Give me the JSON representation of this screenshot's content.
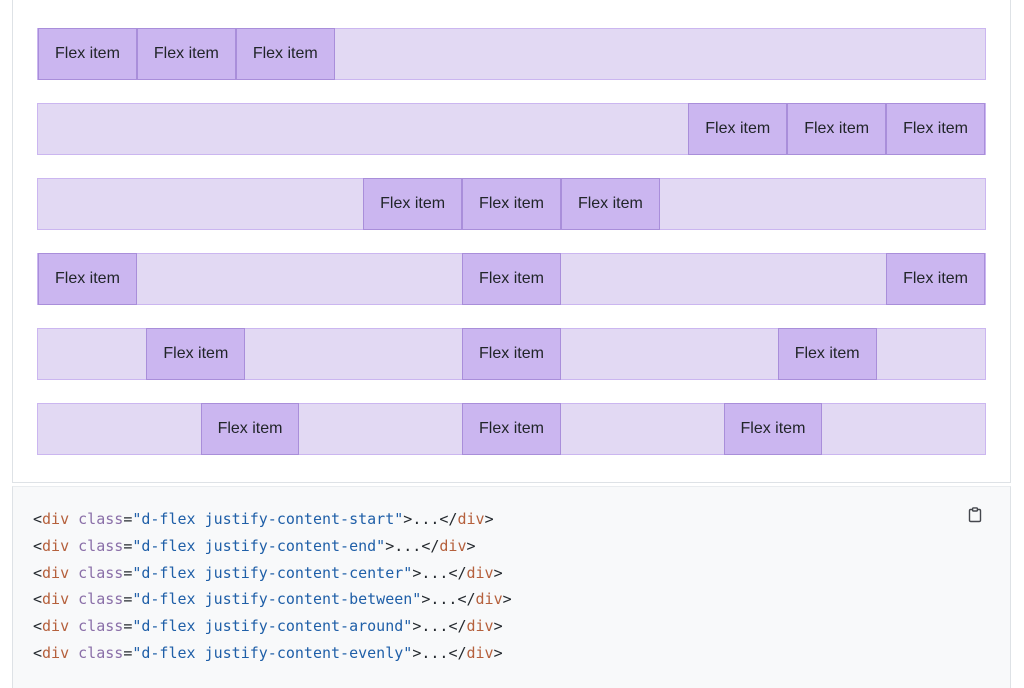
{
  "example": {
    "item_label": "Flex item",
    "colors": {
      "container_bg": "#e2d9f3",
      "container_border": "#cbb6f0",
      "item_bg": "#cbb6f0",
      "item_border": "#a98eda",
      "text": "#212529",
      "panel_border": "#dee2e6",
      "code_bg": "#f8f9fa"
    },
    "rows": [
      {
        "name": "justify-content-start",
        "justify": "start",
        "items": [
          "Flex item",
          "Flex item",
          "Flex item"
        ]
      },
      {
        "name": "justify-content-end",
        "justify": "end",
        "items": [
          "Flex item",
          "Flex item",
          "Flex item"
        ]
      },
      {
        "name": "justify-content-center",
        "justify": "center",
        "items": [
          "Flex item",
          "Flex item",
          "Flex item"
        ]
      },
      {
        "name": "justify-content-between",
        "justify": "between",
        "items": [
          "Flex item",
          "Flex item",
          "Flex item"
        ]
      },
      {
        "name": "justify-content-around",
        "justify": "around",
        "items": [
          "Flex item",
          "Flex item",
          "Flex item"
        ]
      },
      {
        "name": "justify-content-evenly",
        "justify": "evenly",
        "items": [
          "Flex item",
          "Flex item",
          "Flex item"
        ]
      }
    ]
  },
  "code": {
    "copy_button_title": "Copy to clipboard",
    "copy_icon": "clipboard-icon",
    "lines": [
      {
        "open": "<",
        "tag": "div",
        "space": " ",
        "attr": "class",
        "eq": "=",
        "value": "\"d-flex justify-content-start\"",
        "gt": ">",
        "dots": "...",
        "close_open": "</",
        "close_tag": "div",
        "close_gt": ">"
      },
      {
        "open": "<",
        "tag": "div",
        "space": " ",
        "attr": "class",
        "eq": "=",
        "value": "\"d-flex justify-content-end\"",
        "gt": ">",
        "dots": "...",
        "close_open": "</",
        "close_tag": "div",
        "close_gt": ">"
      },
      {
        "open": "<",
        "tag": "div",
        "space": " ",
        "attr": "class",
        "eq": "=",
        "value": "\"d-flex justify-content-center\"",
        "gt": ">",
        "dots": "...",
        "close_open": "</",
        "close_tag": "div",
        "close_gt": ">"
      },
      {
        "open": "<",
        "tag": "div",
        "space": " ",
        "attr": "class",
        "eq": "=",
        "value": "\"d-flex justify-content-between\"",
        "gt": ">",
        "dots": "...",
        "close_open": "</",
        "close_tag": "div",
        "close_gt": ">"
      },
      {
        "open": "<",
        "tag": "div",
        "space": " ",
        "attr": "class",
        "eq": "=",
        "value": "\"d-flex justify-content-around\"",
        "gt": ">",
        "dots": "...",
        "close_open": "</",
        "close_tag": "div",
        "close_gt": ">"
      },
      {
        "open": "<",
        "tag": "div",
        "space": " ",
        "attr": "class",
        "eq": "=",
        "value": "\"d-flex justify-content-evenly\"",
        "gt": ">",
        "dots": "...",
        "close_open": "</",
        "close_tag": "div",
        "close_gt": ">"
      }
    ]
  }
}
